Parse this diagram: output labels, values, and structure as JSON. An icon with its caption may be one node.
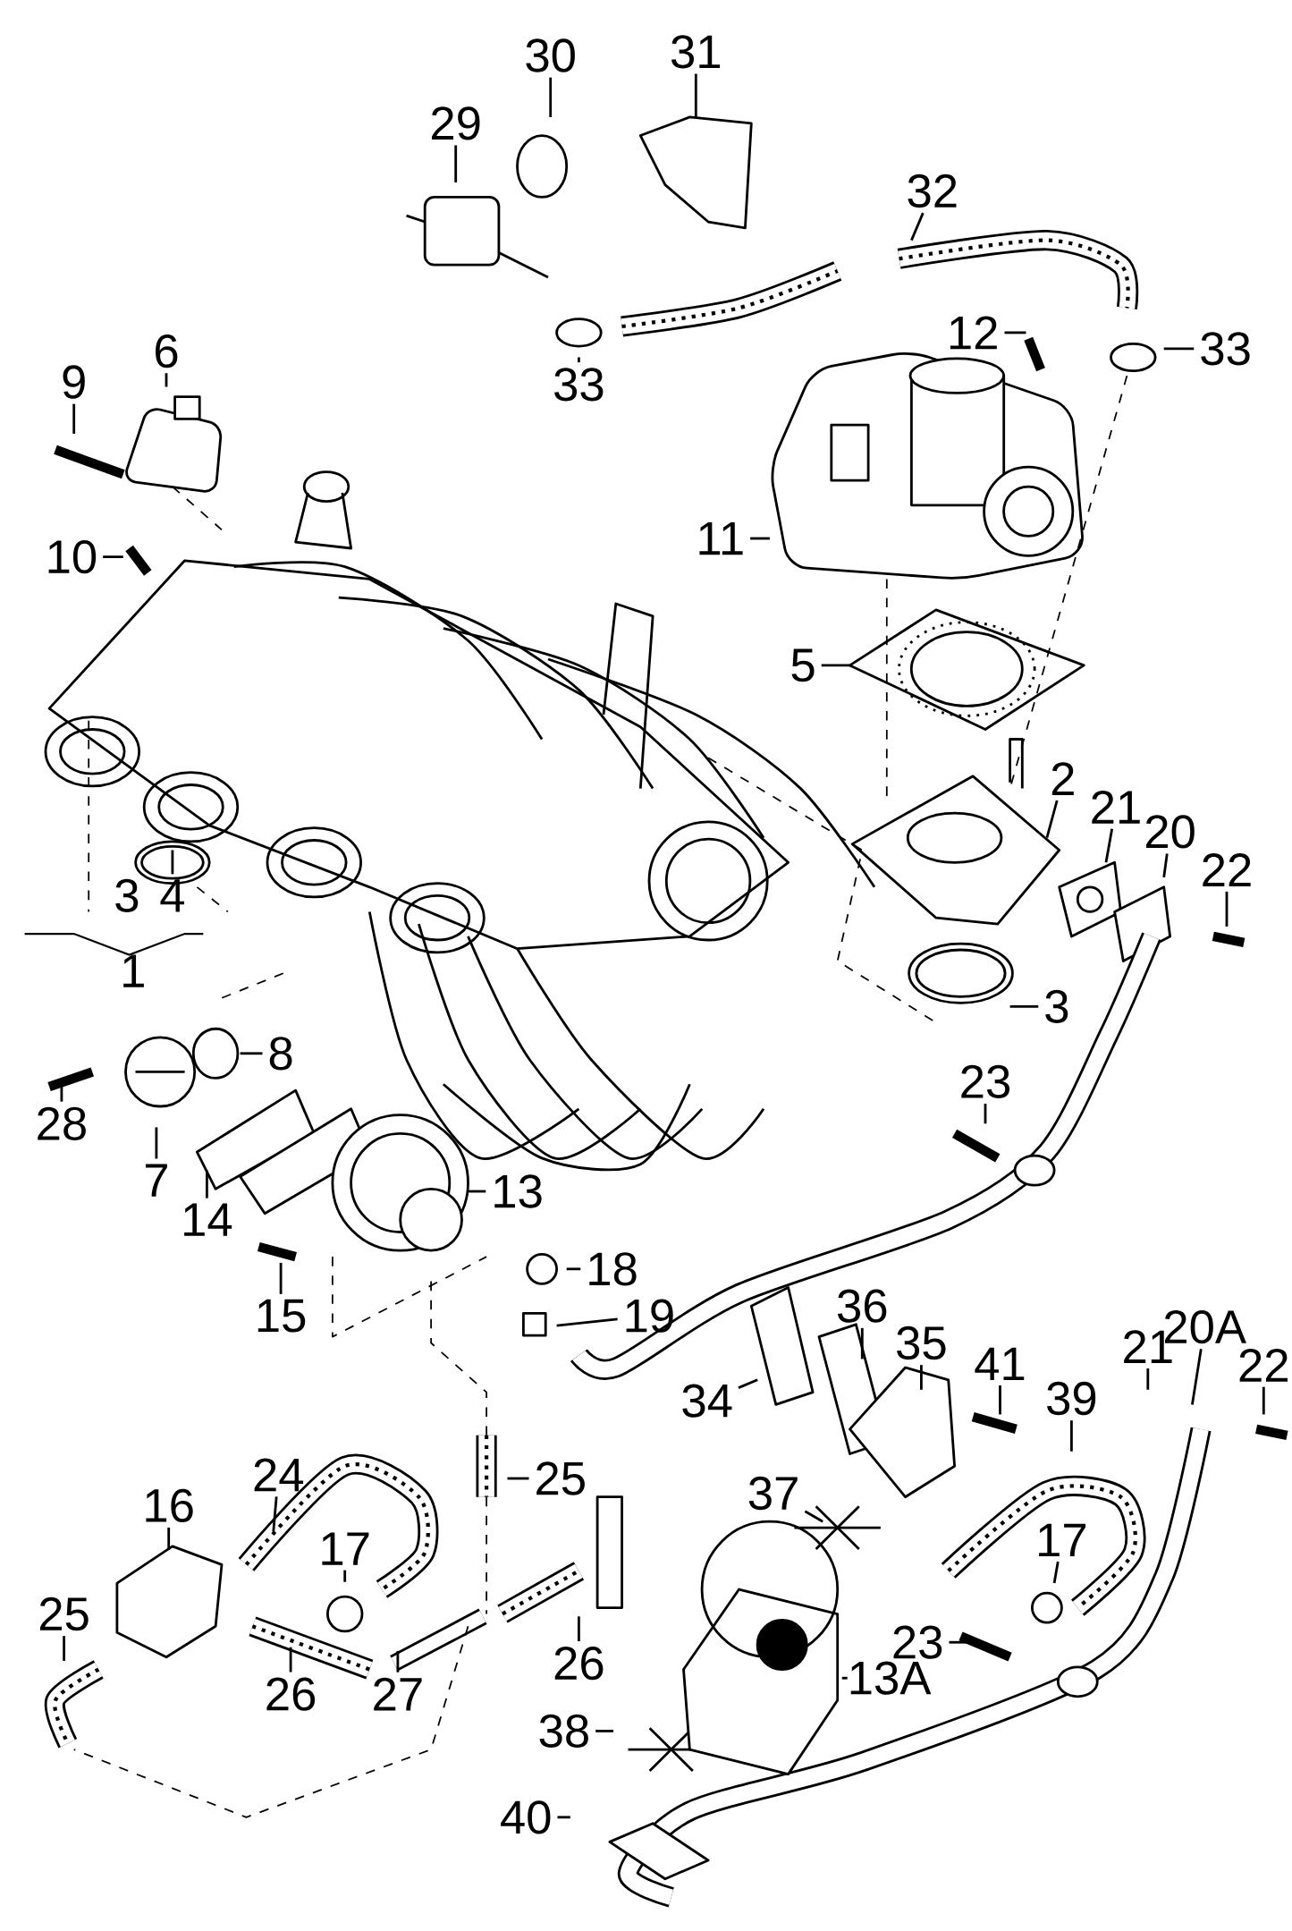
{
  "diagram": {
    "nodes": [
      {
        "text": [
          "30"
        ]
      },
      {
        "text": [
          "31"
        ]
      },
      {
        "text": [
          "29"
        ]
      },
      {
        "text": [
          "32"
        ]
      },
      {
        "text": [
          "33"
        ]
      },
      {
        "text": [
          "12"
        ]
      },
      {
        "text": [
          "33"
        ]
      },
      {
        "text": [
          "9"
        ]
      },
      {
        "text": [
          "6"
        ]
      },
      {
        "text": [
          "11"
        ]
      },
      {
        "text": [
          "10"
        ]
      },
      {
        "text": [
          "5"
        ]
      },
      {
        "text": [
          "2"
        ]
      },
      {
        "text": [
          "21"
        ]
      },
      {
        "text": [
          "20"
        ]
      },
      {
        "text": [
          "22"
        ]
      },
      {
        "text": [
          "4"
        ]
      },
      {
        "text": [
          "3"
        ]
      },
      {
        "text": [
          "8"
        ]
      },
      {
        "text": [
          "23"
        ]
      },
      {
        "text": [
          "28"
        ]
      },
      {
        "text": [
          "7"
        ]
      },
      {
        "text": [
          "13"
        ]
      },
      {
        "text": [
          "14"
        ]
      },
      {
        "text": [
          "15"
        ]
      },
      {
        "text": [
          "18"
        ]
      },
      {
        "text": [
          "19"
        ]
      },
      {
        "text": [
          "36"
        ]
      },
      {
        "text": [
          "35"
        ]
      },
      {
        "text": [
          "34"
        ]
      },
      {
        "text": [
          "41"
        ]
      },
      {
        "text": [
          "21"
        ]
      },
      {
        "text": [
          "20A"
        ]
      },
      {
        "text": [
          "22"
        ]
      },
      {
        "text": [
          "39"
        ]
      },
      {
        "text": [
          "25"
        ]
      },
      {
        "text": [
          "24"
        ]
      },
      {
        "text": [
          "16"
        ]
      },
      {
        "text": [
          "37"
        ]
      },
      {
        "text": [
          "17"
        ]
      },
      {
        "text": [
          "17"
        ]
      },
      {
        "text": [
          "25"
        ]
      },
      {
        "text": [
          "23"
        ]
      },
      {
        "text": [
          "13A"
        ]
      },
      {
        "text": [
          "26"
        ]
      },
      {
        "text": [
          "26"
        ]
      },
      {
        "text": [
          "27"
        ]
      },
      {
        "text": [
          "38"
        ]
      },
      {
        "text": [
          "40"
        ]
      }
    ],
    "edges": [
      {
        "from": 0,
        "to": null,
        "arrow": "none"
      },
      {
        "from": 1,
        "to": null,
        "arrow": "none"
      },
      {
        "from": 2,
        "to": null,
        "arrow": "none"
      },
      {
        "from": 3,
        "to": null,
        "arrow": "none"
      },
      {
        "from": 4,
        "to": null,
        "arrow": "none"
      },
      {
        "from": 5,
        "to": null,
        "arrow": "none"
      },
      {
        "from": 6,
        "to": null,
        "arrow": "none"
      },
      {
        "from": 7,
        "to": null,
        "arrow": "none"
      },
      {
        "from": 8,
        "to": null,
        "arrow": "none"
      },
      {
        "from": 9,
        "to": null,
        "arrow": "none"
      },
      {
        "from": 10,
        "to": null,
        "arrow": "none"
      },
      {
        "from": 11,
        "to": null,
        "arrow": "none"
      },
      {
        "from": 12,
        "to": null,
        "arrow": "none"
      },
      {
        "from": 13,
        "to": null,
        "arrow": "none"
      },
      {
        "from": 14,
        "to": null,
        "arrow": "none"
      },
      {
        "from": 15,
        "to": null,
        "arrow": "none"
      },
      {
        "from": 16,
        "to": null,
        "arrow": "none"
      },
      {
        "from": 17,
        "to": null,
        "arrow": "none"
      },
      {
        "from": 18,
        "to": null,
        "arrow": "none"
      },
      {
        "from": 19,
        "to": null,
        "arrow": "none"
      },
      {
        "from": 20,
        "to": null,
        "arrow": "none"
      },
      {
        "from": 21,
        "to": null,
        "arrow": "none"
      },
      {
        "from": 22,
        "to": null,
        "arrow": "none"
      },
      {
        "from": 23,
        "to": null,
        "arrow": "none"
      },
      {
        "from": 24,
        "to": null,
        "arrow": "none"
      },
      {
        "from": 25,
        "to": null,
        "arrow": "none"
      },
      {
        "from": 26,
        "to": null,
        "arrow": "none"
      },
      {
        "from": 27,
        "to": null,
        "arrow": "none"
      },
      {
        "from": 28,
        "to": null,
        "arrow": "none"
      },
      {
        "from": 29,
        "to": null,
        "arrow": "none"
      },
      {
        "from": 30,
        "to": null,
        "arrow": "none"
      },
      {
        "from": 31,
        "to": null,
        "arrow": "none"
      },
      {
        "from": 32,
        "to": null,
        "arrow": "none"
      },
      {
        "from": 33,
        "to": null,
        "arrow": "none"
      },
      {
        "from": 34,
        "to": null,
        "arrow": "none"
      },
      {
        "from": 35,
        "to": null,
        "arrow": "none"
      },
      {
        "from": 36,
        "to": null,
        "arrow": "none"
      },
      {
        "from": 37,
        "to": null,
        "arrow": "none"
      },
      {
        "from": 38,
        "to": null,
        "arrow": "none"
      },
      {
        "from": 39,
        "to": null,
        "arrow": "none"
      },
      {
        "from": 40,
        "to": null,
        "arrow": "none"
      },
      {
        "from": 41,
        "to": null,
        "arrow": "none"
      },
      {
        "from": 42,
        "to": null,
        "arrow": "none"
      },
      {
        "from": 43,
        "to": null,
        "arrow": "none"
      },
      {
        "from": 44,
        "to": null,
        "arrow": "none"
      },
      {
        "from": 45,
        "to": null,
        "arrow": "none"
      },
      {
        "from": 46,
        "to": null,
        "arrow": "none"
      },
      {
        "from": 47,
        "to": null,
        "arrow": "none"
      },
      {
        "from": 48,
        "to": null,
        "arrow": "none"
      }
    ],
    "labels": [
      "3",
      "1"
    ]
  }
}
